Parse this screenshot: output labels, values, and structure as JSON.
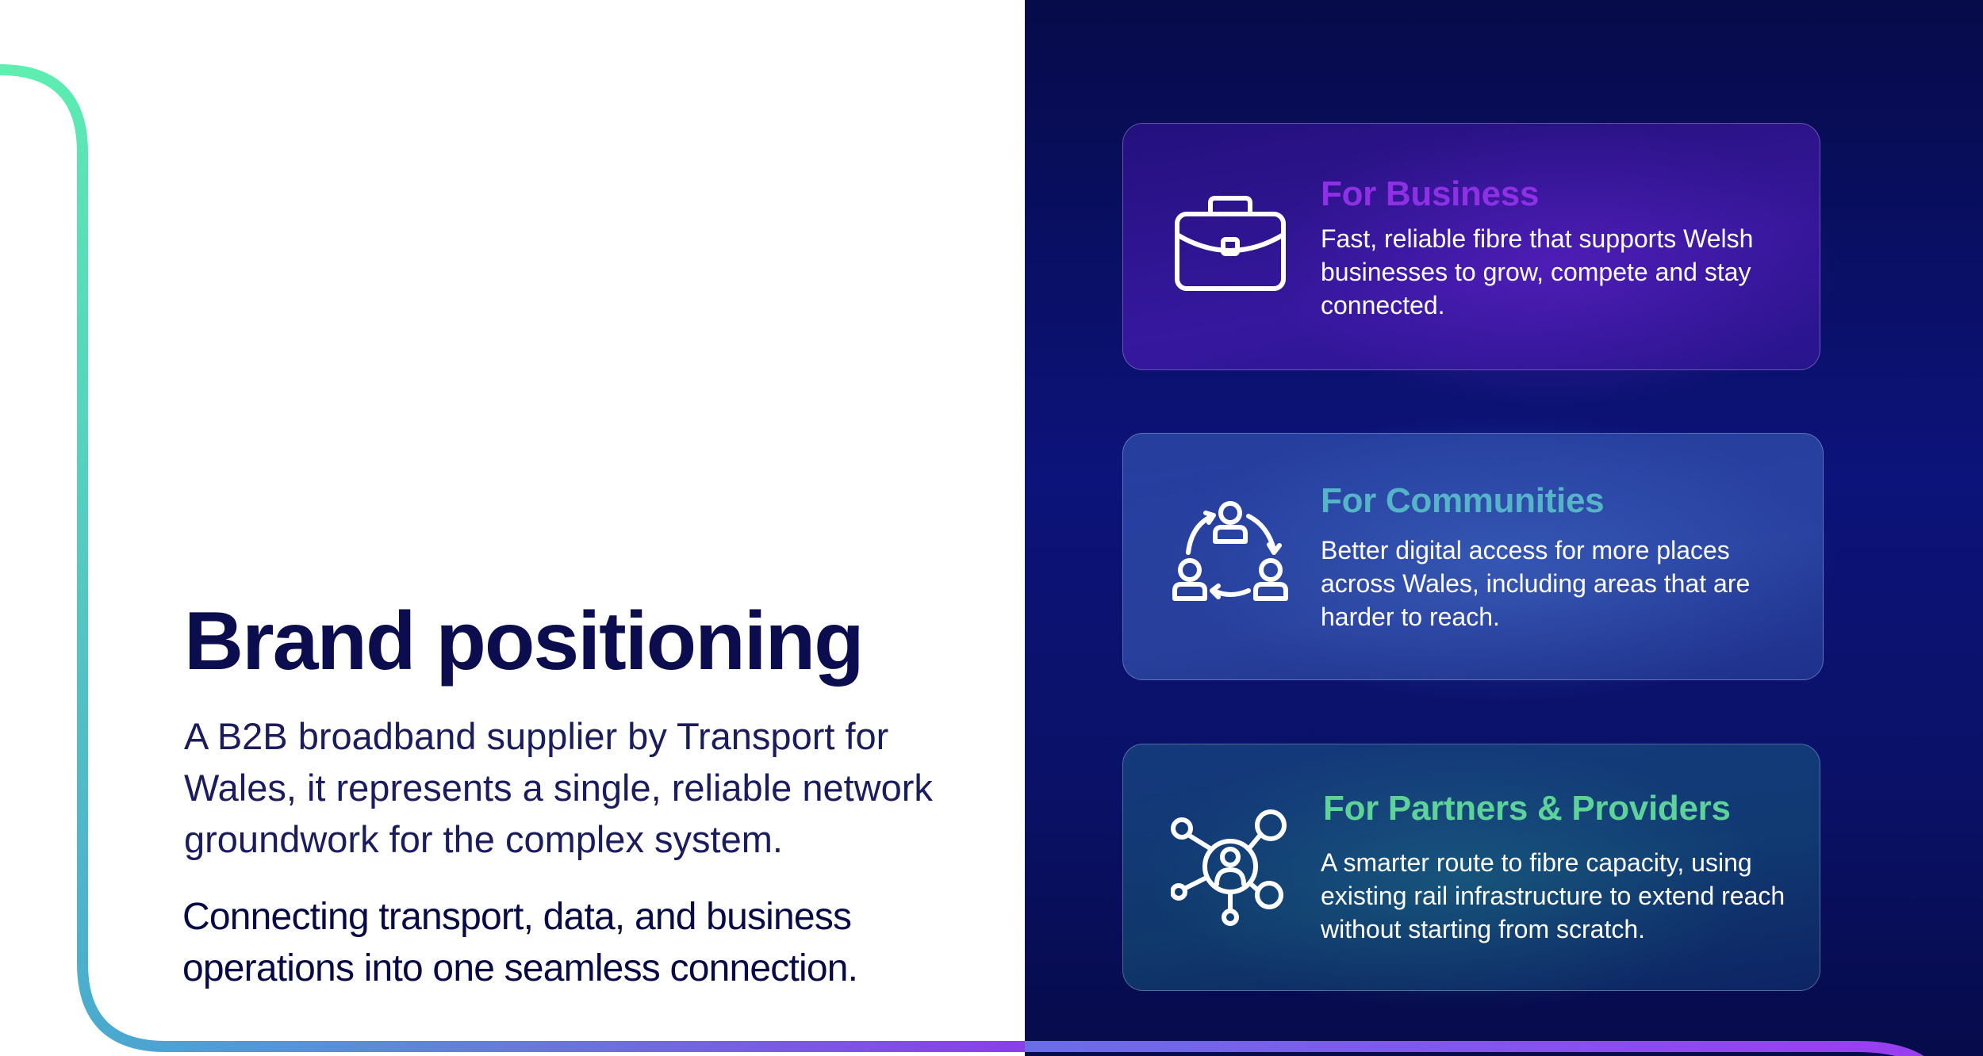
{
  "title": "Brand positioning",
  "intro": "A B2B broadband supplier by Transport for Wales, it represents a single, reliable network groundwork for the complex system.",
  "tagline": "Connecting transport, data, and business operations into one seamless connection.",
  "colors": {
    "heading": "#0b0d4f",
    "panel_background": "#0a1166",
    "frame_gradient_start": "#5ef0b0",
    "frame_gradient_end": "#8a3df0"
  },
  "cards": [
    {
      "title": "For Business",
      "description": "Fast, reliable fibre that supports Welsh businesses to grow, compete and stay connected.",
      "icon": "briefcase-icon",
      "accent": "#8f2fe6"
    },
    {
      "title": "For Communities",
      "description": "Better digital access for more places across Wales, including areas that are harder to reach.",
      "icon": "community-cycle-icon",
      "accent": "#55b4c7"
    },
    {
      "title": "For Partners & Providers",
      "description": "A smarter route to fibre capacity, using existing rail infrastructure to extend reach without starting from scratch.",
      "icon": "network-hub-icon",
      "accent": "#5dd39a"
    }
  ]
}
